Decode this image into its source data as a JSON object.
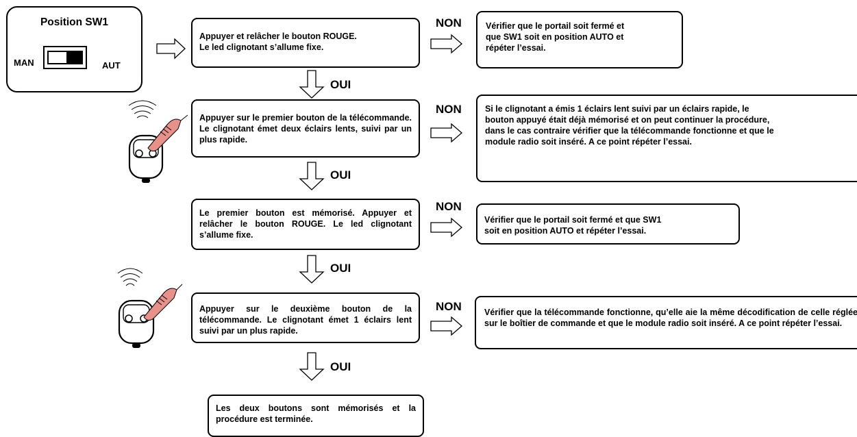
{
  "position_panel": {
    "title": "Position SW1",
    "label_left": "MAN",
    "label_right": "AUT"
  },
  "steps": [
    {
      "text": "Appuyer et relâcher le bouton ROUGE.\nLe led clignotant s’allume fixe."
    },
    {
      "text": "Appuyer sur le premier bouton de la télécommande. Le clignotant émet deux éclairs lents, suivi par un plus rapide."
    },
    {
      "text": "Le premier bouton est mémorisé. Appuyer et relâcher le bouton ROUGE. Le led clignotant s’allume fixe."
    },
    {
      "text": "Appuyer sur le deuxième bouton de la télécommande. Le clignotant émet 1 éclairs lent suivi par un plus rapide."
    },
    {
      "text": "Les deux boutons sont mémorisés et la procédure est terminée."
    }
  ],
  "failures": [
    {
      "label": "NON",
      "text": "Vérifier que le portail soit fermé et\nque SW1 soit en position AUTO et\nrépéter l’essai."
    },
    {
      "label": "NON",
      "text": "Si le clignotant a émis 1 éclairs lent suivi par un éclairs rapide, le\nbouton appuyé était déjà mémorisé et on peut continuer la procédure,\ndans le cas contraire vérifier que la télécommande fonctionne et que le\nmodule radio soit inséré. A ce point répéter l’essai."
    },
    {
      "label": "NON",
      "text": "Vérifier que le portail soit fermé et que SW1\nsoit en position AUTO et répéter l’essai."
    },
    {
      "label": "NON",
      "text": "Vérifier que la télécommande fonctionne, qu’elle aie la même décodification de celle réglée sur le boîtier de commande et que le module radio soit inséré. A ce point répéter l’essai."
    }
  ],
  "yes_labels": [
    "OUI",
    "OUI",
    "OUI",
    "OUI"
  ]
}
